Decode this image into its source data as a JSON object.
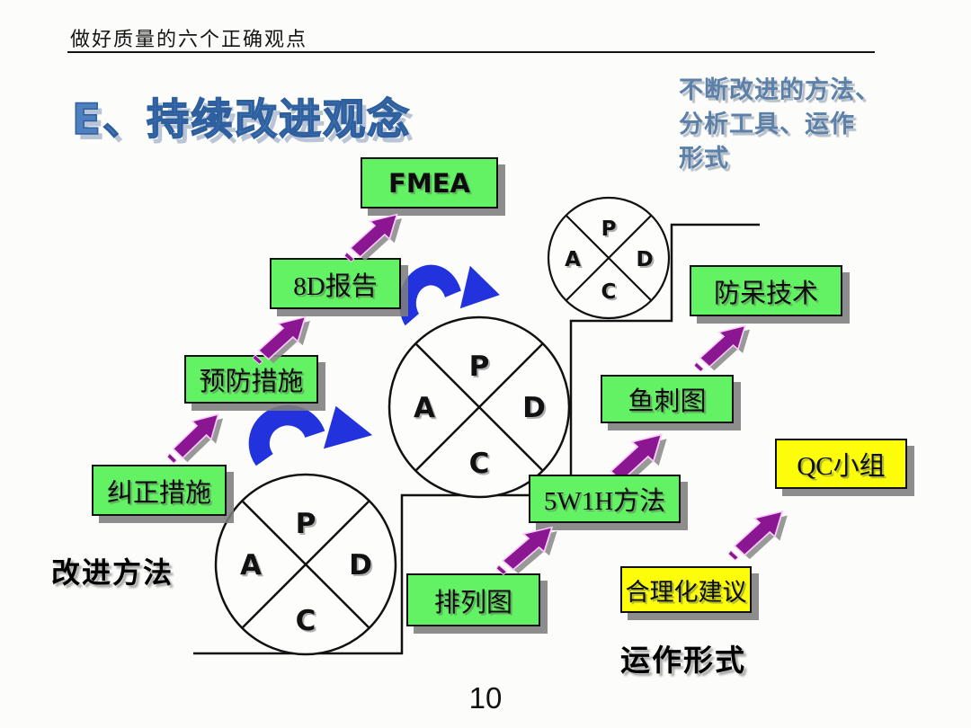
{
  "slide": {
    "header": "做好质量的六个正确观点",
    "title": "E、持续改进观念",
    "side_note": {
      "line1": "不断改进的方法、",
      "line2": "分析工具、运作",
      "line3": "形式"
    },
    "section_labels": {
      "improve_methods": "改进方法",
      "operation_forms": "运作形式"
    },
    "page_number": "10"
  },
  "pdca": {
    "p": "P",
    "a": "A",
    "d": "D",
    "c": "C"
  },
  "tools": {
    "fmea": {
      "label": "FMEA",
      "box_color": "green"
    },
    "report_8d": {
      "label": "8D报告",
      "box_color": "green"
    },
    "preventive": {
      "label": "预防措施",
      "box_color": "green"
    },
    "corrective": {
      "label": "纠正措施",
      "box_color": "green"
    },
    "mistake_proofing": {
      "label": "防呆技术",
      "box_color": "green"
    },
    "fishbone": {
      "label": "鱼刺图",
      "box_color": "green"
    },
    "five_w_one_h": {
      "label": "5W1H方法",
      "box_color": "green"
    },
    "pareto": {
      "label": "排列图",
      "box_color": "green"
    },
    "qc_team": {
      "label": "QC小组",
      "box_color": "yellow"
    },
    "rationalization": {
      "label": "合理化建议",
      "box_color": "yellow"
    }
  },
  "colors": {
    "box_green": "#63f263",
    "box_yellow": "#fdfd0a",
    "arrow_purple": "#8b1692",
    "arrow_blue": "#2233dd",
    "title_blue": "#4f80bf",
    "note_blue": "#5c80a8",
    "shadow_gray": "#8e8e8e",
    "line_black": "#111111"
  }
}
